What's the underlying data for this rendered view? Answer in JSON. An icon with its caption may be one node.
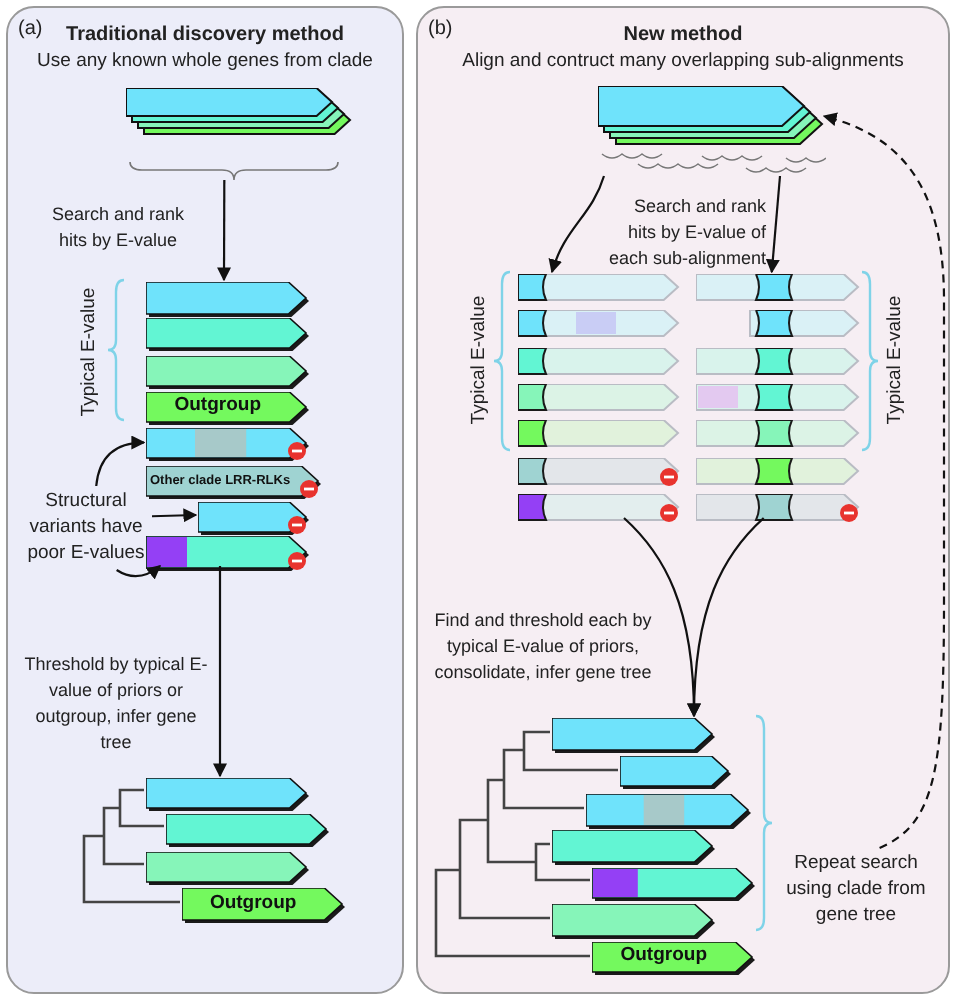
{
  "diagram": {
    "nodes": [
      {
        "text": [
          "(a)",
          "Traditional discovery method",
          "Use any known whole genes from clade"
        ]
      },
      {
        "text": [
          "(b)",
          "New method",
          "Align and contruct many overlapping sub-alignments"
        ]
      },
      {
        "text": [],
        "shape": "box",
        "in": 0
      },
      {
        "text": [],
        "shape": "box",
        "in": 0
      },
      {
        "text": [],
        "shape": "box",
        "in": 0
      },
      {
        "text": [],
        "shape": "box",
        "in": 0
      },
      {
        "text": [
          "Outgroup"
        ],
        "in": 0
      },
      {
        "text": [],
        "shape": "box",
        "in": 0
      },
      {
        "text": [
          "Other clade LRR-RLKs"
        ],
        "in": 0
      },
      {
        "text": [],
        "shape": "box",
        "in": 0
      },
      {
        "text": [],
        "shape": "box",
        "in": 0
      },
      {
        "text": [
          "Structural variants have poor E-values"
        ],
        "in": 0
      },
      {
        "text": [],
        "shape": "box",
        "in": 0
      },
      {
        "text": [],
        "shape": "box",
        "in": 0
      },
      {
        "text": [],
        "shape": "box",
        "in": 0
      },
      {
        "text": [
          "Outgroup"
        ],
        "in": 0
      },
      {
        "text": [],
        "shape": "box",
        "in": 1
      },
      {
        "text": [],
        "shape": "box",
        "in": 1
      },
      {
        "text": [],
        "shape": "box",
        "in": 1
      },
      {
        "text": [],
        "shape": "box",
        "in": 1
      },
      {
        "text": [],
        "shape": "box",
        "in": 1
      },
      {
        "text": [],
        "shape": "box",
        "in": 1
      },
      {
        "text": [],
        "shape": "box",
        "in": 1
      },
      {
        "text": [],
        "shape": "box",
        "in": 1
      },
      {
        "text": [],
        "shape": "box",
        "in": 1
      },
      {
        "text": [],
        "shape": "box",
        "in": 1
      },
      {
        "text": [],
        "shape": "box",
        "in": 1
      },
      {
        "text": [],
        "shape": "box",
        "in": 1
      },
      {
        "text": [],
        "shape": "box",
        "in": 1
      },
      {
        "text": [],
        "shape": "box",
        "in": 1
      },
      {
        "text": [],
        "shape": "box",
        "in": 1
      },
      {
        "text": [],
        "shape": "box",
        "in": 1
      },
      {
        "text": [],
        "shape": "box",
        "in": 1
      },
      {
        "text": [],
        "shape": "box",
        "in": 1
      },
      {
        "text": [],
        "shape": "box",
        "in": 1
      },
      {
        "text": [],
        "shape": "box",
        "in": 1
      },
      {
        "text": [],
        "shape": "box",
        "in": 1
      },
      {
        "text": [
          "Outgroup"
        ],
        "in": 1
      },
      {
        "text": [
          "Repeat search using clade from gene tree"
        ],
        "in": 1
      }
    ],
    "edges": [
      {
        "from": 2,
        "to": 3,
        "arrow": "to",
        "label": "Search and rank hits by E-value"
      },
      {
        "from": 11,
        "to": 7,
        "arrow": "to"
      },
      {
        "from": 11,
        "to": 9,
        "arrow": "to"
      },
      {
        "from": 11,
        "to": 10,
        "arrow": "to"
      },
      {
        "from": 10,
        "to": 12,
        "arrow": "to",
        "label": "Threshold by typical E-value of priors or outgroup, infer gene tree"
      },
      {
        "from": 16,
        "to": 17,
        "arrow": "to"
      },
      {
        "from": 16,
        "to": 24,
        "arrow": "to",
        "label": "Search and rank hits by E-value of each sub-alignment"
      },
      {
        "from": 23,
        "to": 31,
        "arrow": "to",
        "label": "Find and threshold each by typical E-value of priors, consolidate, infer gene tree"
      },
      {
        "from": 30,
        "to": 31,
        "arrow": "to"
      },
      {
        "from": 38,
        "to": 16,
        "arrow": "to",
        "style": "dashed"
      }
    ],
    "labels": [
      "Typical E-value",
      "Typical E-value",
      "Typical E-value"
    ]
  }
}
